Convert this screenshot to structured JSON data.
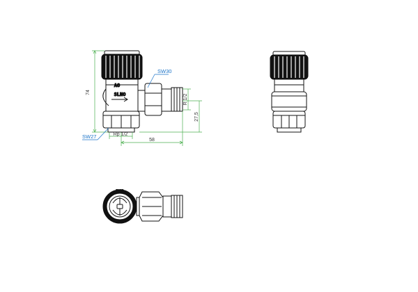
{
  "colors": {
    "outline": "#111111",
    "dimension_line": "#4caf50",
    "callout": "#1a73c8",
    "fill_light": "#ffffff",
    "fill_dark": "#111111",
    "fill_grey": "#d9d9d9"
  },
  "dimensions": {
    "height_total": "74",
    "thread_r": "R 1/2",
    "height_outlet": "27,5",
    "width_total": "58",
    "thread_rp": "Rp 1/2"
  },
  "callouts": {
    "sw30": "SW30",
    "sw27": "SW27"
  },
  "body_marks": {
    "top": "AO",
    "middle": "SLNO",
    "top_view": "BLNO"
  }
}
